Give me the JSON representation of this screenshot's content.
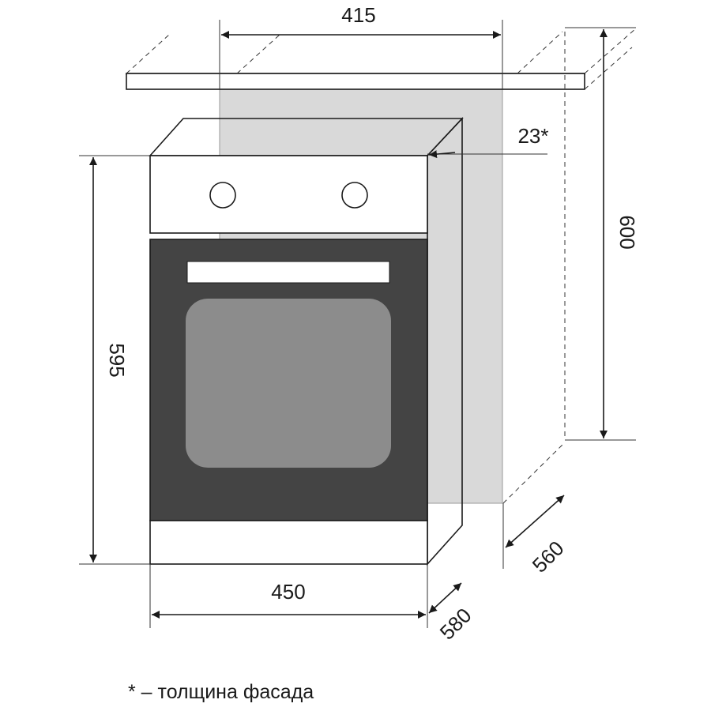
{
  "dimensions": {
    "niche_width": "415",
    "niche_height": "600",
    "niche_depth": "560",
    "facade_thickness": "23*",
    "oven_width": "450",
    "oven_height": "595",
    "oven_depth": "580"
  },
  "footnote": "* – толщина фасада",
  "colors": {
    "stroke": "#1a1a1a",
    "niche_fill": "#d9d9d9",
    "door_fill": "#444444",
    "window_fill": "#8c8c8c",
    "panel_fill": "#ffffff"
  }
}
